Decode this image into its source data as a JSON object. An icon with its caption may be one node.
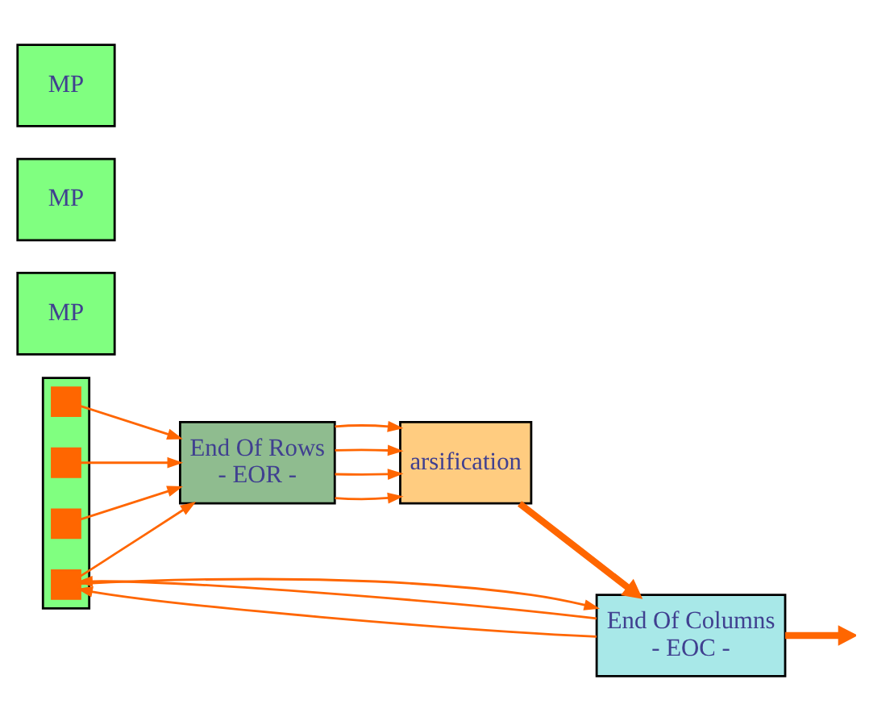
{
  "diagram": {
    "nodes": [
      {
        "text": [
          "End Of Rows",
          "- EOR -"
        ]
      },
      {
        "text": [
          "MP"
        ]
      },
      {
        "text": [],
        "shape": "box"
      },
      {
        "text": [],
        "shape": "box",
        "in": 2
      },
      {
        "text": [],
        "shape": "box",
        "in": 2
      },
      {
        "text": [],
        "shape": "box",
        "in": 2
      },
      {
        "text": [],
        "shape": "box",
        "in": 2
      },
      {
        "text": [
          "MP"
        ]
      },
      {
        "text": [
          "MP"
        ]
      },
      {
        "text": [
          "arsification"
        ]
      },
      {
        "text": [
          "End Of Columns",
          "- EOC -"
        ]
      }
    ],
    "edges": [
      {
        "from": 3,
        "to": 0,
        "arrow": "to"
      },
      {
        "from": 4,
        "to": 0,
        "arrow": "to"
      },
      {
        "from": 5,
        "to": 0,
        "arrow": "to"
      },
      {
        "from": 6,
        "to": 0,
        "arrow": "to"
      },
      {
        "from": 0,
        "to": 9,
        "arrow": "to"
      },
      {
        "from": 0,
        "to": 9,
        "arrow": "to"
      },
      {
        "from": 0,
        "to": 9,
        "arrow": "to"
      },
      {
        "from": 0,
        "to": 9,
        "arrow": "to"
      },
      {
        "from": 6,
        "to": 10,
        "arrow": "to"
      },
      {
        "from": 10,
        "to": 6,
        "arrow": "to"
      },
      {
        "from": 10,
        "to": 6,
        "arrow": "to"
      },
      {
        "from": 9,
        "to": 10,
        "arrow": "to",
        "style": "thick"
      },
      {
        "from": 10,
        "to": null,
        "arrow": "to",
        "style": "thick"
      }
    ]
  }
}
